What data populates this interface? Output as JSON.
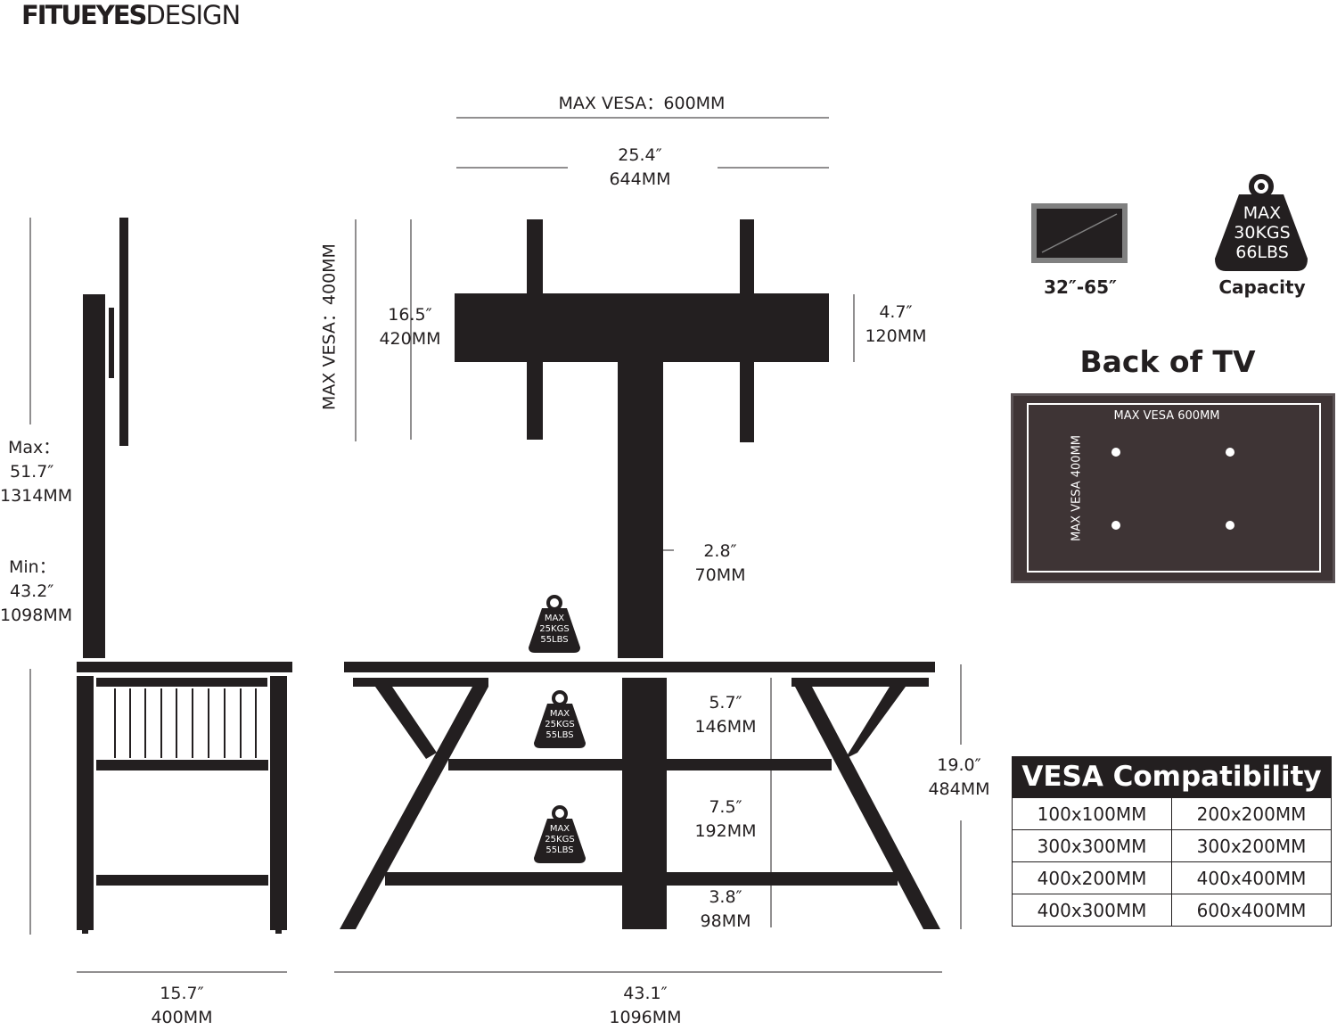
{
  "brand": {
    "bold": "FITUEYES",
    "light": "DESIGN"
  },
  "top": {
    "max_vesa_600": "MAX VESA：600MM",
    "width_in": "25.4″",
    "width_mm": "644MM"
  },
  "front": {
    "vesa_400_vertical": "MAX VESA：400MM",
    "plate_h_in": "16.5″",
    "plate_h_mm": "420MM",
    "bracket_h_in": "4.7″",
    "bracket_h_mm": "120MM",
    "post_w_in": "2.8″",
    "post_w_mm": "70MM",
    "gap1_in": "5.7″",
    "gap1_mm": "146MM",
    "gap2_in": "7.5″",
    "gap2_mm": "192MM",
    "gap3_in": "3.8″",
    "gap3_mm": "98MM",
    "base_h_in": "19.0″",
    "base_h_mm": "484MM",
    "width_in": "43.1″",
    "width_mm": "1096MM"
  },
  "side": {
    "max_label": "Max：",
    "max_in": "51.7″",
    "max_mm": "1314MM",
    "min_label": "Min：",
    "min_in": "43.2″",
    "min_mm": "1098MM",
    "depth_in": "15.7″",
    "depth_mm": "400MM"
  },
  "shelf_weight": {
    "line1": "MAX",
    "line2": "25KGS",
    "line3": "55LBS"
  },
  "tv_size": {
    "label": "32″-65″"
  },
  "capacity": {
    "line1": "MAX",
    "line2": "30KGS",
    "line3": "66LBS",
    "label": "Capacity"
  },
  "back_of_tv": {
    "title": "Back of TV",
    "vesa_h": "MAX VESA 600MM",
    "vesa_v": "MAX VESA 400MM"
  },
  "vesa_table": {
    "title": "VESA Compatibility",
    "rows": [
      [
        "100x100MM",
        "200x200MM"
      ],
      [
        "300x300MM",
        "300x200MM"
      ],
      [
        "400x200MM",
        "400x400MM"
      ],
      [
        "400x300MM",
        "600x400MM"
      ]
    ]
  },
  "colors": {
    "ink": "#231f20",
    "tv_frame": "#808080",
    "tv_back": "#3e3435"
  }
}
